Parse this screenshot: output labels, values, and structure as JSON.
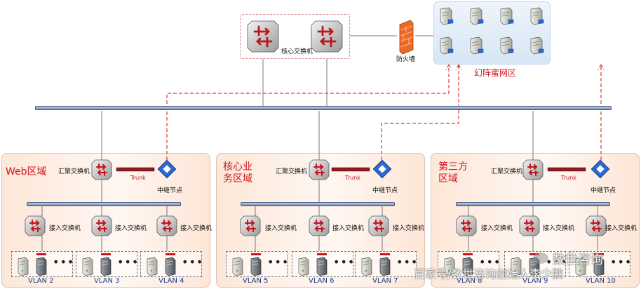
{
  "core": {
    "label": "核心交换机"
  },
  "firewall": {
    "label": "防火墙"
  },
  "honeypot": {
    "label": "幻阵蜜网区",
    "server_icon": "server-icon"
  },
  "labels": {
    "agg": "汇聚交换机",
    "access": "接入交换机",
    "relay": "中继节点",
    "trunk": "Trunk"
  },
  "zones": [
    {
      "title": "Web区域",
      "vlans": [
        "VLAN 2",
        "VLAN 3",
        "VLAN 4"
      ]
    },
    {
      "title": "核心业\n务区域",
      "vlans": [
        "VLAN 5",
        "VLAN 6",
        "VLAN 7"
      ]
    },
    {
      "title": "第三方\n区域",
      "vlans": [
        "VLAN 8",
        "VLAN 9",
        "VLAN 10"
      ]
    }
  ],
  "watermark": {
    "brand": "数世咨询",
    "caption": "百家号/数世咨询创始人李少鹏"
  },
  "colors": {
    "red_line": "#e03a2f",
    "bus_dark": "#46577a"
  }
}
